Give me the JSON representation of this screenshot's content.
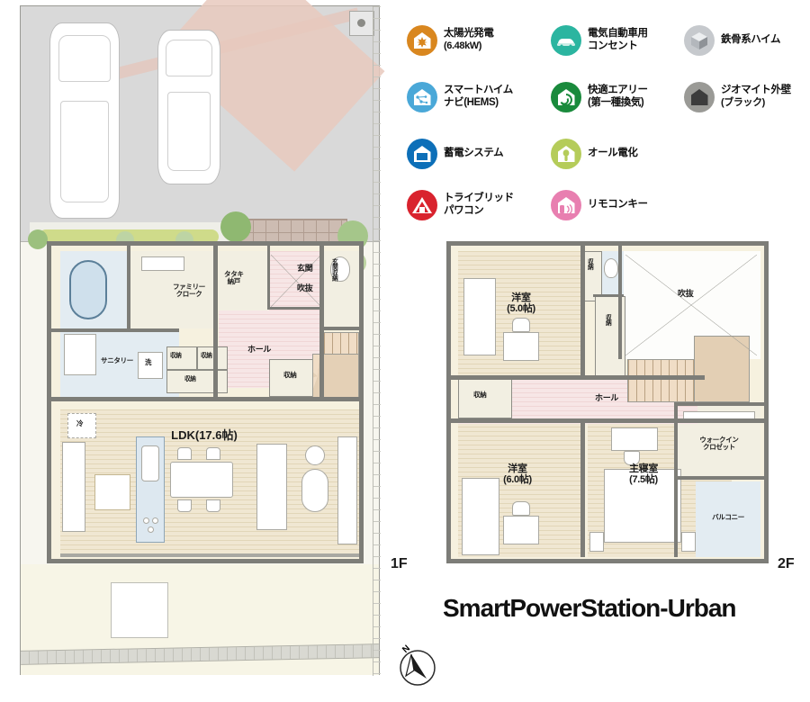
{
  "title": "SmartPowerStation-Urban",
  "floor_labels": {
    "first": "1F",
    "second": "2F"
  },
  "compass": {
    "north_label": "N"
  },
  "legend": {
    "items": [
      {
        "id": "solar",
        "label": "太陽光発電",
        "sub": "(6.48kW)",
        "icon": "solar-house-icon",
        "color": "#d9871f"
      },
      {
        "id": "ev",
        "label": "電気自動車用",
        "sub": "コンセント",
        "icon": "ev-charger-icon",
        "color": "#2bb5a0"
      },
      {
        "id": "steel",
        "label": "鉄骨系ハイム",
        "sub": "",
        "icon": "steel-cube-icon",
        "color": "#b9bcc0"
      },
      {
        "id": "hems",
        "label": "スマートハイム",
        "sub": "ナビ(HEMS)",
        "icon": "hems-house-icon",
        "color": "#4aa8d8"
      },
      {
        "id": "airy",
        "label": "快適エアリー",
        "sub": "(第一種換気)",
        "icon": "ventilation-icon",
        "color": "#1a8a3c"
      },
      {
        "id": "geomight",
        "label": "ジオマイト外壁",
        "sub": "(ブラック)",
        "icon": "wall-house-icon",
        "color": "#9a9a96"
      },
      {
        "id": "battery",
        "label": "蓄電システム",
        "sub": "",
        "icon": "battery-house-icon",
        "color": "#0d6fb8"
      },
      {
        "id": "allelec",
        "label": "オール電化",
        "sub": "",
        "icon": "all-electric-icon",
        "color": "#b5cc5a"
      },
      {
        "id": "tribrid",
        "label": "トライブリッド",
        "sub": "パワコン",
        "icon": "power-conditioner-icon",
        "color": "#d9232e"
      },
      {
        "id": "remote",
        "label": "リモコンキー",
        "sub": "",
        "icon": "remote-key-icon",
        "color": "#e87fb0"
      }
    ]
  },
  "floor1": {
    "rooms": [
      {
        "id": "ldk",
        "label": "LDK",
        "size": "(17.6帖)"
      },
      {
        "id": "hall",
        "label": "ホール"
      },
      {
        "id": "entrance",
        "label": "玄関"
      },
      {
        "id": "void",
        "label": "吹抜"
      },
      {
        "id": "tataki",
        "label": "タタキ",
        "label2": "納戸"
      },
      {
        "id": "genkan_sto",
        "label": "玄関収納"
      },
      {
        "id": "family",
        "label": "ファミリー",
        "label2": "クローク"
      },
      {
        "id": "sanitary",
        "label": "サニタリー"
      },
      {
        "id": "wash",
        "label": "洗"
      },
      {
        "id": "fridge",
        "label": "冷"
      },
      {
        "id": "sto_a",
        "label": "収納"
      },
      {
        "id": "sto_b",
        "label": "収納"
      },
      {
        "id": "sto_c",
        "label": "収納"
      },
      {
        "id": "sto_d",
        "label": "収納"
      }
    ]
  },
  "floor2": {
    "rooms": [
      {
        "id": "bed_west",
        "label": "洋室",
        "size": "(5.0帖)"
      },
      {
        "id": "bed_south",
        "label": "洋室",
        "size": "(6.0帖)"
      },
      {
        "id": "master",
        "label": "主寝室",
        "size": "(7.5帖)"
      },
      {
        "id": "wic",
        "label": "ウォークイン",
        "label2": "クロゼット"
      },
      {
        "id": "balcony",
        "label": "バルコニー"
      },
      {
        "id": "hall2",
        "label": "ホール"
      },
      {
        "id": "void2",
        "label": "吹抜"
      },
      {
        "id": "sto_1",
        "label": "収納"
      },
      {
        "id": "sto_2",
        "label": "収納"
      },
      {
        "id": "sto_3",
        "label": "収納"
      }
    ]
  }
}
